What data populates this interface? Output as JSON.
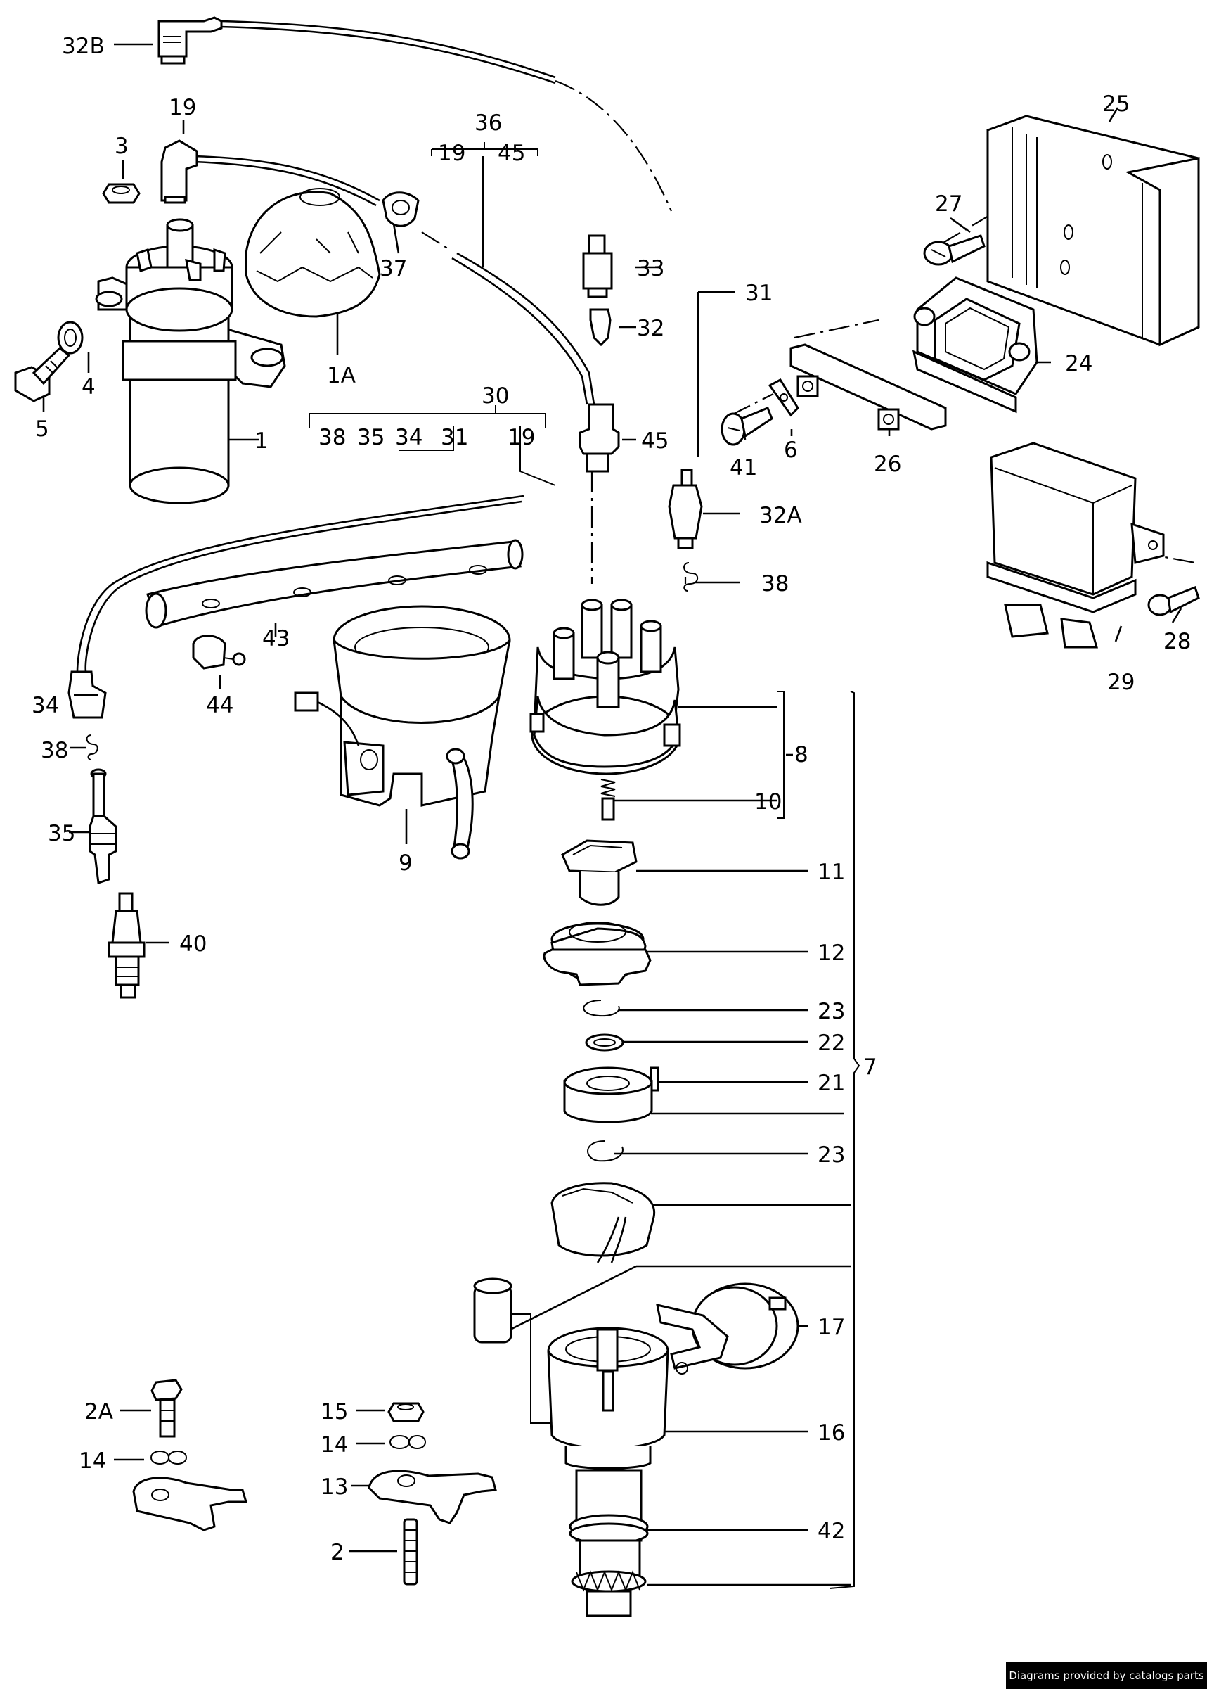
{
  "labels": {
    "l32B": "32B",
    "l19a": "19",
    "l3": "3",
    "l36": "36",
    "l19b": "19",
    "l45a": "45",
    "l25": "25",
    "l27": "27",
    "l37": "37",
    "l33": "33",
    "l31a": "31",
    "l32": "32",
    "l4": "4",
    "l5": "5",
    "l1A": "1A",
    "l24": "24",
    "l1": "1",
    "l30": "30",
    "l38a": "38",
    "l35a": "35",
    "l34a": "34",
    "l31b": "31",
    "l19c": "19",
    "l45b": "45",
    "l41": "41",
    "l6": "6",
    "l26": "26",
    "l32A": "32A",
    "l38b": "38",
    "l28": "28",
    "l29": "29",
    "l43": "43",
    "l44": "44",
    "l34b": "34",
    "l38c": "38",
    "l8": "8",
    "l10": "10",
    "l9": "9",
    "l35b": "35",
    "l11": "11",
    "l40": "40",
    "l12": "12",
    "l23a": "23",
    "l22": "22",
    "l7": "7",
    "l21": "21",
    "l23b": "23",
    "l17": "17",
    "l2A": "2A",
    "l15": "15",
    "l16": "16",
    "l14a": "14",
    "l14b": "14",
    "l13": "13",
    "l42": "42",
    "l2": "2"
  },
  "footer": {
    "credit": "Diagrams provided by catalogs parts"
  }
}
